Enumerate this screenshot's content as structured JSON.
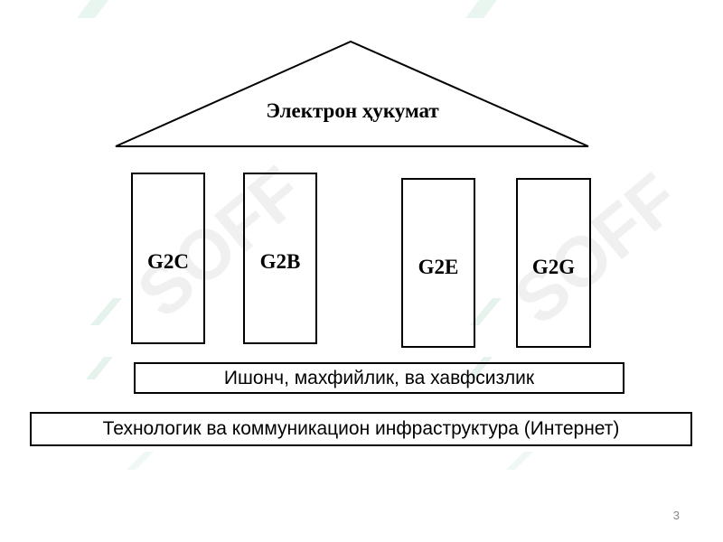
{
  "roof": {
    "title": "Электрон ҳукумат"
  },
  "pillars": [
    {
      "label": "G2C"
    },
    {
      "label": "G2B"
    },
    {
      "label": "G2E"
    },
    {
      "label": "G2G"
    }
  ],
  "foundation": {
    "trust_label": "Ишонч, махфийлик, ва хавфсизлик",
    "infrastructure_label": "Технологик ва коммуникацион инфраструктура (Интернет)"
  },
  "footer": {
    "page_number": "3"
  },
  "watermark": {
    "text": "SOFF",
    "color": "#cfe9dc"
  },
  "colors": {
    "stroke": "#000000",
    "background": "#ffffff"
  }
}
